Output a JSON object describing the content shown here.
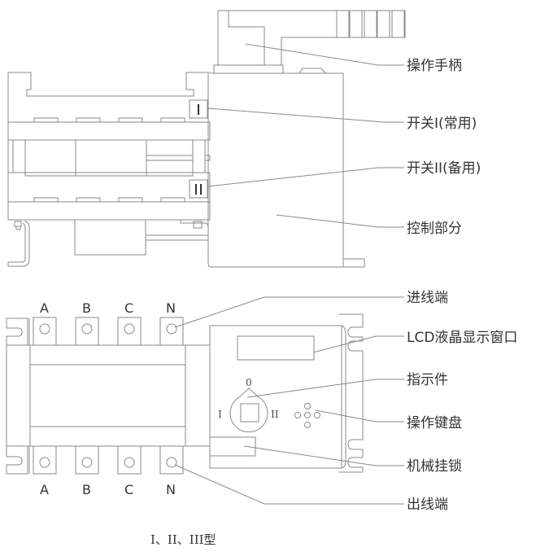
{
  "diagram": {
    "title": "I、II、III型",
    "callouts": {
      "operating_handle": "操作手柄",
      "switch_1": "开关I(常用)",
      "switch_2": "开关II(备用)",
      "control_unit": "控制部分",
      "input_terminal": "进线端",
      "lcd_window": "LCD液晶显示窗口",
      "indicator": "指示件",
      "keypad": "操作键盘",
      "mechanical_lock": "机械挂锁",
      "output_terminal": "出线端"
    },
    "phases_top": [
      "A",
      "B",
      "C",
      "N"
    ],
    "phases_bottom": [
      "A",
      "B",
      "C",
      "N"
    ],
    "switch_marks": {
      "switch_1": "I",
      "switch_2": "II"
    },
    "indicator_marks": {
      "zero": "0",
      "one": "I",
      "two": "II"
    }
  }
}
